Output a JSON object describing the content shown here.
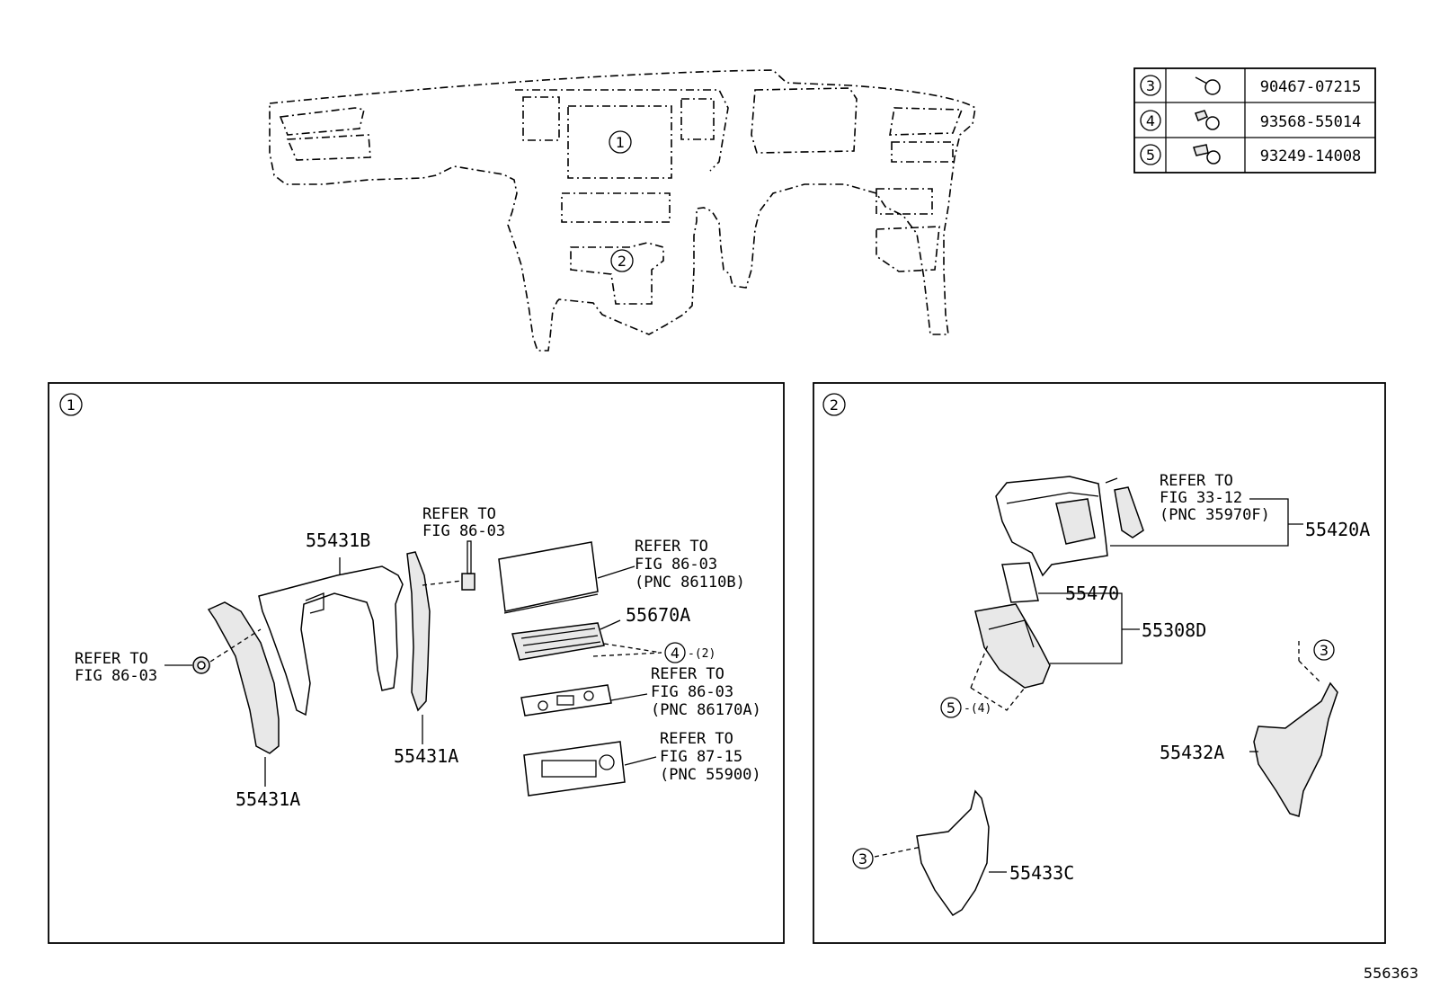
{
  "overview": {
    "callout_1": "1",
    "callout_2": "2"
  },
  "fastener_table": [
    {
      "ref": "3",
      "icon": "clip-icon",
      "part_no": "90467-07215"
    },
    {
      "ref": "4",
      "icon": "bolt-icon",
      "part_no": "93568-55014"
    },
    {
      "ref": "5",
      "icon": "screw-icon",
      "part_no": "93249-14008"
    }
  ],
  "panel1": {
    "number": "1",
    "labels": {
      "p55431B": "55431B",
      "p55431A_left": "55431A",
      "p55431A_right": "55431A",
      "p55670A": "55670A",
      "refer_bolt_1": "REFER TO",
      "refer_bolt_2": "FIG 86-03",
      "refer_nut_1": "REFER TO",
      "refer_nut_2": "FIG 86-03",
      "refer_display_1": "REFER TO",
      "refer_display_2": "FIG 86-03",
      "refer_display_3": "(PNC 86110B)",
      "refer_switch_1": "REFER TO",
      "refer_switch_2": "FIG 86-03",
      "refer_switch_3": "(PNC 86170A)",
      "refer_climate_1": "REFER TO",
      "refer_climate_2": "FIG 87-15",
      "refer_climate_3": "(PNC 55900)",
      "fastener4_callout": "4",
      "fastener4_qty": "-(2)"
    }
  },
  "panel2": {
    "number": "2",
    "labels": {
      "p55420A": "55420A",
      "p55470": "55470",
      "p55308D": "55308D",
      "p55432A": "55432A",
      "p55433C": "55433C",
      "refer_1": "REFER TO",
      "refer_2": "FIG 33-12",
      "refer_3": "(PNC 35970F)",
      "fastener5_callout": "5",
      "fastener5_qty": "-(4)",
      "fastener3_a": "3",
      "fastener3_b": "3"
    }
  },
  "figure_id": "556363"
}
